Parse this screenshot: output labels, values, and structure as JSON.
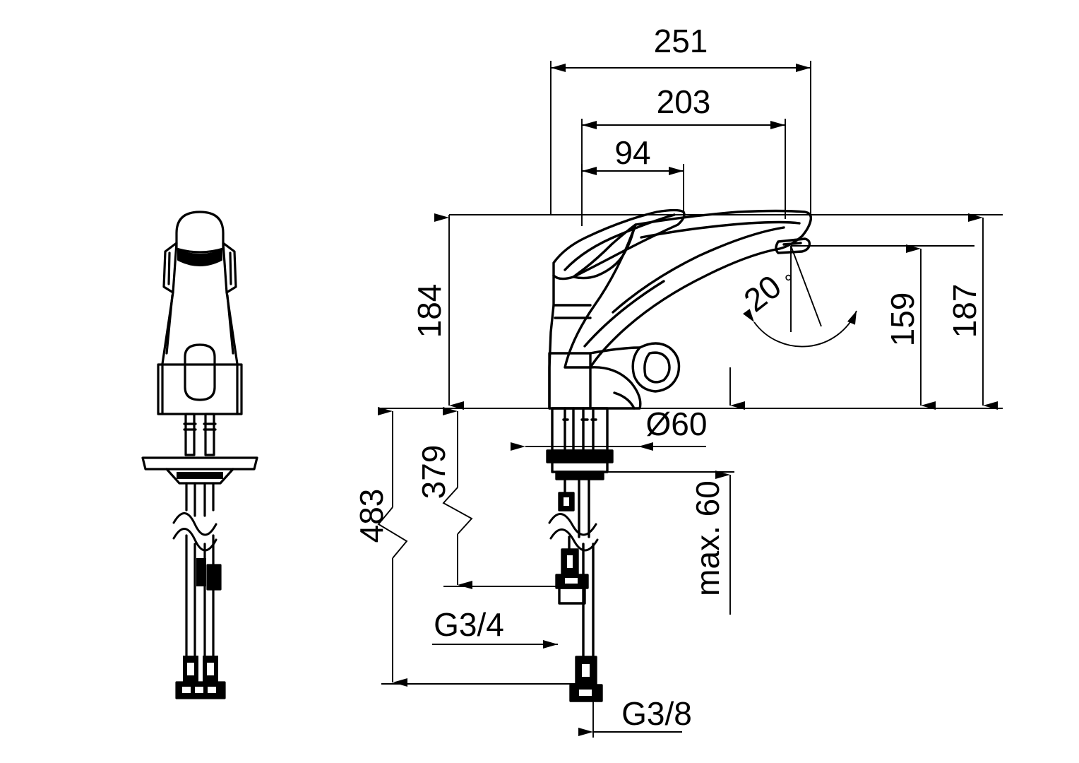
{
  "drawing": {
    "title": "Single-lever mixer tap technical dimension drawing",
    "units": "mm",
    "line_color": "#000000",
    "background_color": "#ffffff",
    "views": [
      {
        "name": "side-view",
        "label": ""
      },
      {
        "name": "front-view",
        "label": ""
      }
    ]
  },
  "dimensions": {
    "overall_reach": "251",
    "spout_reach": "203",
    "lever_offset": "94",
    "body_height": "184",
    "spout_outlet_height": "159",
    "spout_top_height": "187",
    "angle_swivel": "20",
    "degree_symbol": "°",
    "hole_diameter": "Ø60",
    "hose_length_long": "483",
    "hose_length_short": "379",
    "max_deck_thickness": "max. 60",
    "thread_inlet": "G3/4",
    "thread_outlet": "G3/8"
  }
}
